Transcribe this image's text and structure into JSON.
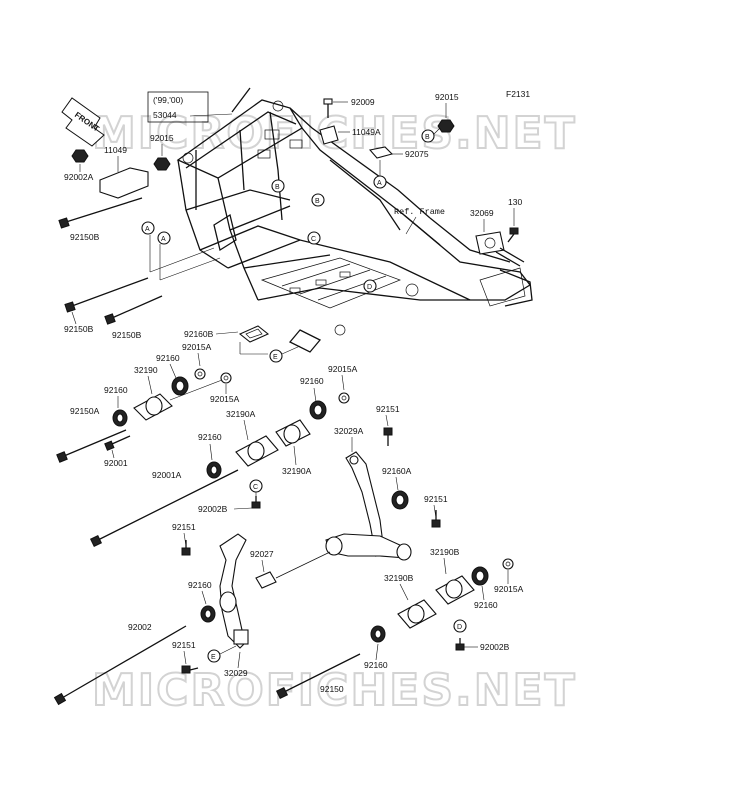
{
  "figure_code": "F2131",
  "front_label": "FRONT",
  "watermark": "MICROFICHES.NET",
  "ref_frame": "Ref. Frame",
  "year_note": "('99,'00)",
  "callouts": [
    "A",
    "A",
    "A",
    "B",
    "B",
    "B",
    "C",
    "C",
    "D",
    "D",
    "E",
    "E"
  ],
  "parts": {
    "p92009": "92009",
    "p92015_top": "92015",
    "p11049A": "11049A",
    "p92075": "92075",
    "p53044": "53044",
    "p92015_left": "92015",
    "p11049": "11049",
    "p92002A": "92002A",
    "p92150B_1": "92150B",
    "p92150B_2": "92150B",
    "p92150B_3": "92150B",
    "p32069": "32069",
    "p130": "130",
    "p92160B": "92160B",
    "p92015A_1": "92015A",
    "p92160_1": "92160",
    "p32190": "32190",
    "p92160_2": "92160",
    "p92015A_2": "92015A",
    "p92150A": "92150A",
    "p92001": "92001",
    "p32190A_1": "32190A",
    "p92160_3": "92160",
    "p92015A_3": "92015A",
    "p92160_4": "92160",
    "p32190A_2": "32190A",
    "p92151_1": "92151",
    "p32029A": "32029A",
    "p92001A": "92001A",
    "p92002B_1": "92002B",
    "p92160A": "92160A",
    "p92151_2": "92151",
    "p92151_3": "92151",
    "p92027": "92027",
    "p32190B_1": "32190B",
    "p92160_5": "92160",
    "p32190B_2": "32190B",
    "p92015A_4": "92015A",
    "p92160_6": "92160",
    "p92002": "92002",
    "p92151_4": "92151",
    "p32029": "32029",
    "p92002B_2": "92002B",
    "p92160_7": "92160",
    "p92150": "92150"
  }
}
